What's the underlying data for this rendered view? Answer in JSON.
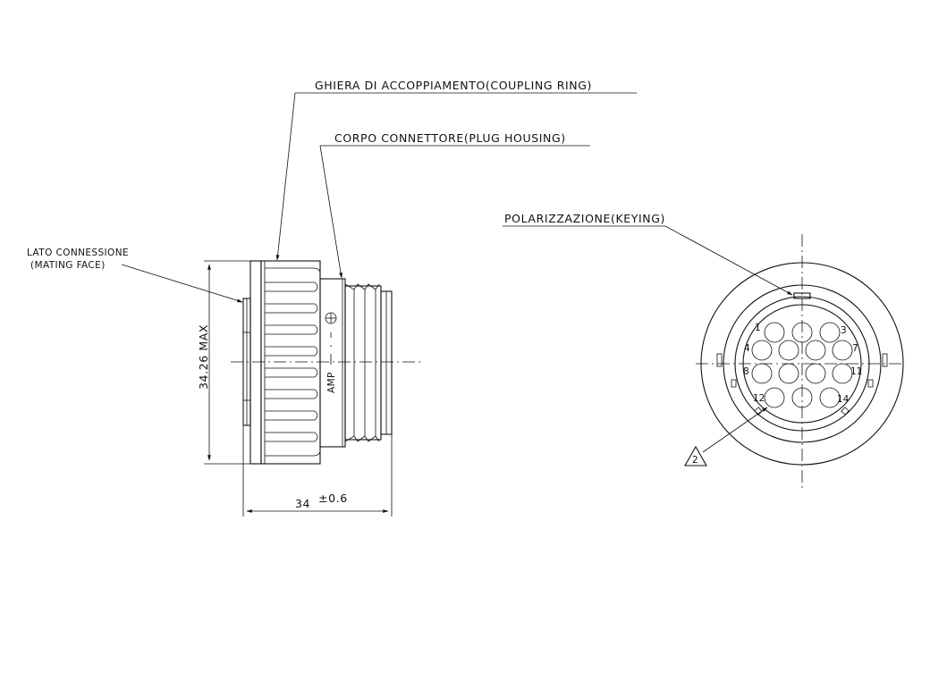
{
  "callouts": {
    "coupling_ring": "GHIERA DI ACCOPPIAMENTO(COUPLING RING)",
    "plug_housing": "CORPO CONNETTORE(PLUG HOUSING)",
    "mating_face_line1": "LATO CONNESSIONE",
    "mating_face_line2": "(MATING FACE)",
    "keying": "POLARIZZAZIONE(KEYING)"
  },
  "dimensions": {
    "height": "34.26 MAX",
    "length": "34",
    "length_tolerance": "±0.6"
  },
  "body_marking": {
    "brand": "AMP"
  },
  "note_marker": "2",
  "pin_labels": {
    "p1": "1",
    "p3": "3",
    "p4": "4",
    "p7": "7",
    "p8": "8",
    "p11": "11",
    "p12": "12",
    "p14": "14"
  }
}
